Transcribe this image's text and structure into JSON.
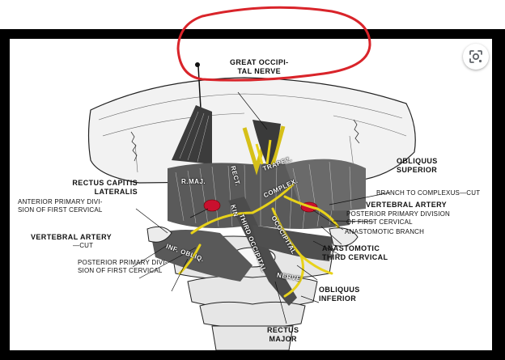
{
  "labels": {
    "great_occipital_nerve": "GREAT OCCIPI-\nTAL NERVE",
    "obliquus_superior": "OBLIQUUS\nSUPERIOR",
    "rectus_capitis_lateralis": "RECTUS CAPITIS\nLATERALIS",
    "anterior_primary_division": "ANTERIOR PRIMARY DIVI-\nSION OF FIRST CERVICAL",
    "branch_to_complexus": "BRANCH TO COMPLEXUS—CUT",
    "vertebral_artery_right": "VERTEBRAL ARTERY",
    "posterior_primary_division_right": "POSTERIOR PRIMARY DIVISION\nOF FIRST CERVICAL",
    "anastomotic_branch": "ANASTOMOTIC BRANCH",
    "vertebral_artery_left": "VERTEBRAL ARTERY",
    "cut": "—CUT",
    "posterior_primary_division_left": "POSTERIOR PRIMARY DIVI-\nSION OF FIRST CERVICAL",
    "anastomotic_third_cervical": "ANASTOMOTIC\nTHIRD CERVICAL",
    "obliquus_inferior": "OBLIQUUS\nINFERIOR",
    "rectus_major": "RECTUS\nMAJOR"
  },
  "muscle_labels": {
    "r_maj": "R.MAJ.",
    "trapez": "TRAPEZ.",
    "complex": "COMPLEX.",
    "rect": "RECT.",
    "kin": "KIN",
    "third_occipital": "THIRD OCCIPITAL",
    "occcipital": "OCCCIPITAL",
    "inf_obliq": "INF. OBLIQ.",
    "nerve": "NERVE"
  },
  "colors": {
    "annotation_circle": "#d9242a",
    "nerve": "#e8d21a",
    "artery": "#c8102e",
    "frame": "#000000"
  },
  "icons": {
    "lens": "google-lens-icon"
  }
}
